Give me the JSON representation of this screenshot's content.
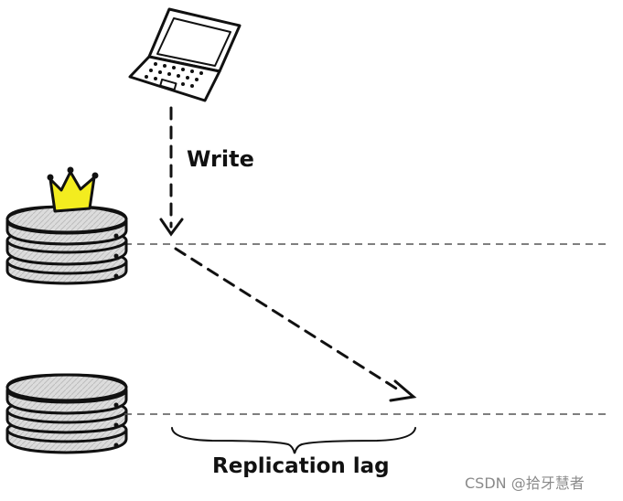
{
  "labels": {
    "write": "Write",
    "replication_lag": "Replication lag"
  },
  "watermark": "CSDN @拾牙慧者",
  "colors": {
    "ink": "#111111",
    "crown": "#f3ec1f",
    "disk": "#d9d9d9",
    "timeline": "#555555",
    "watermark": "#8a8a8a"
  },
  "icons": {
    "client": "laptop-icon",
    "leader": "crown-icon",
    "database": "database-icon"
  }
}
